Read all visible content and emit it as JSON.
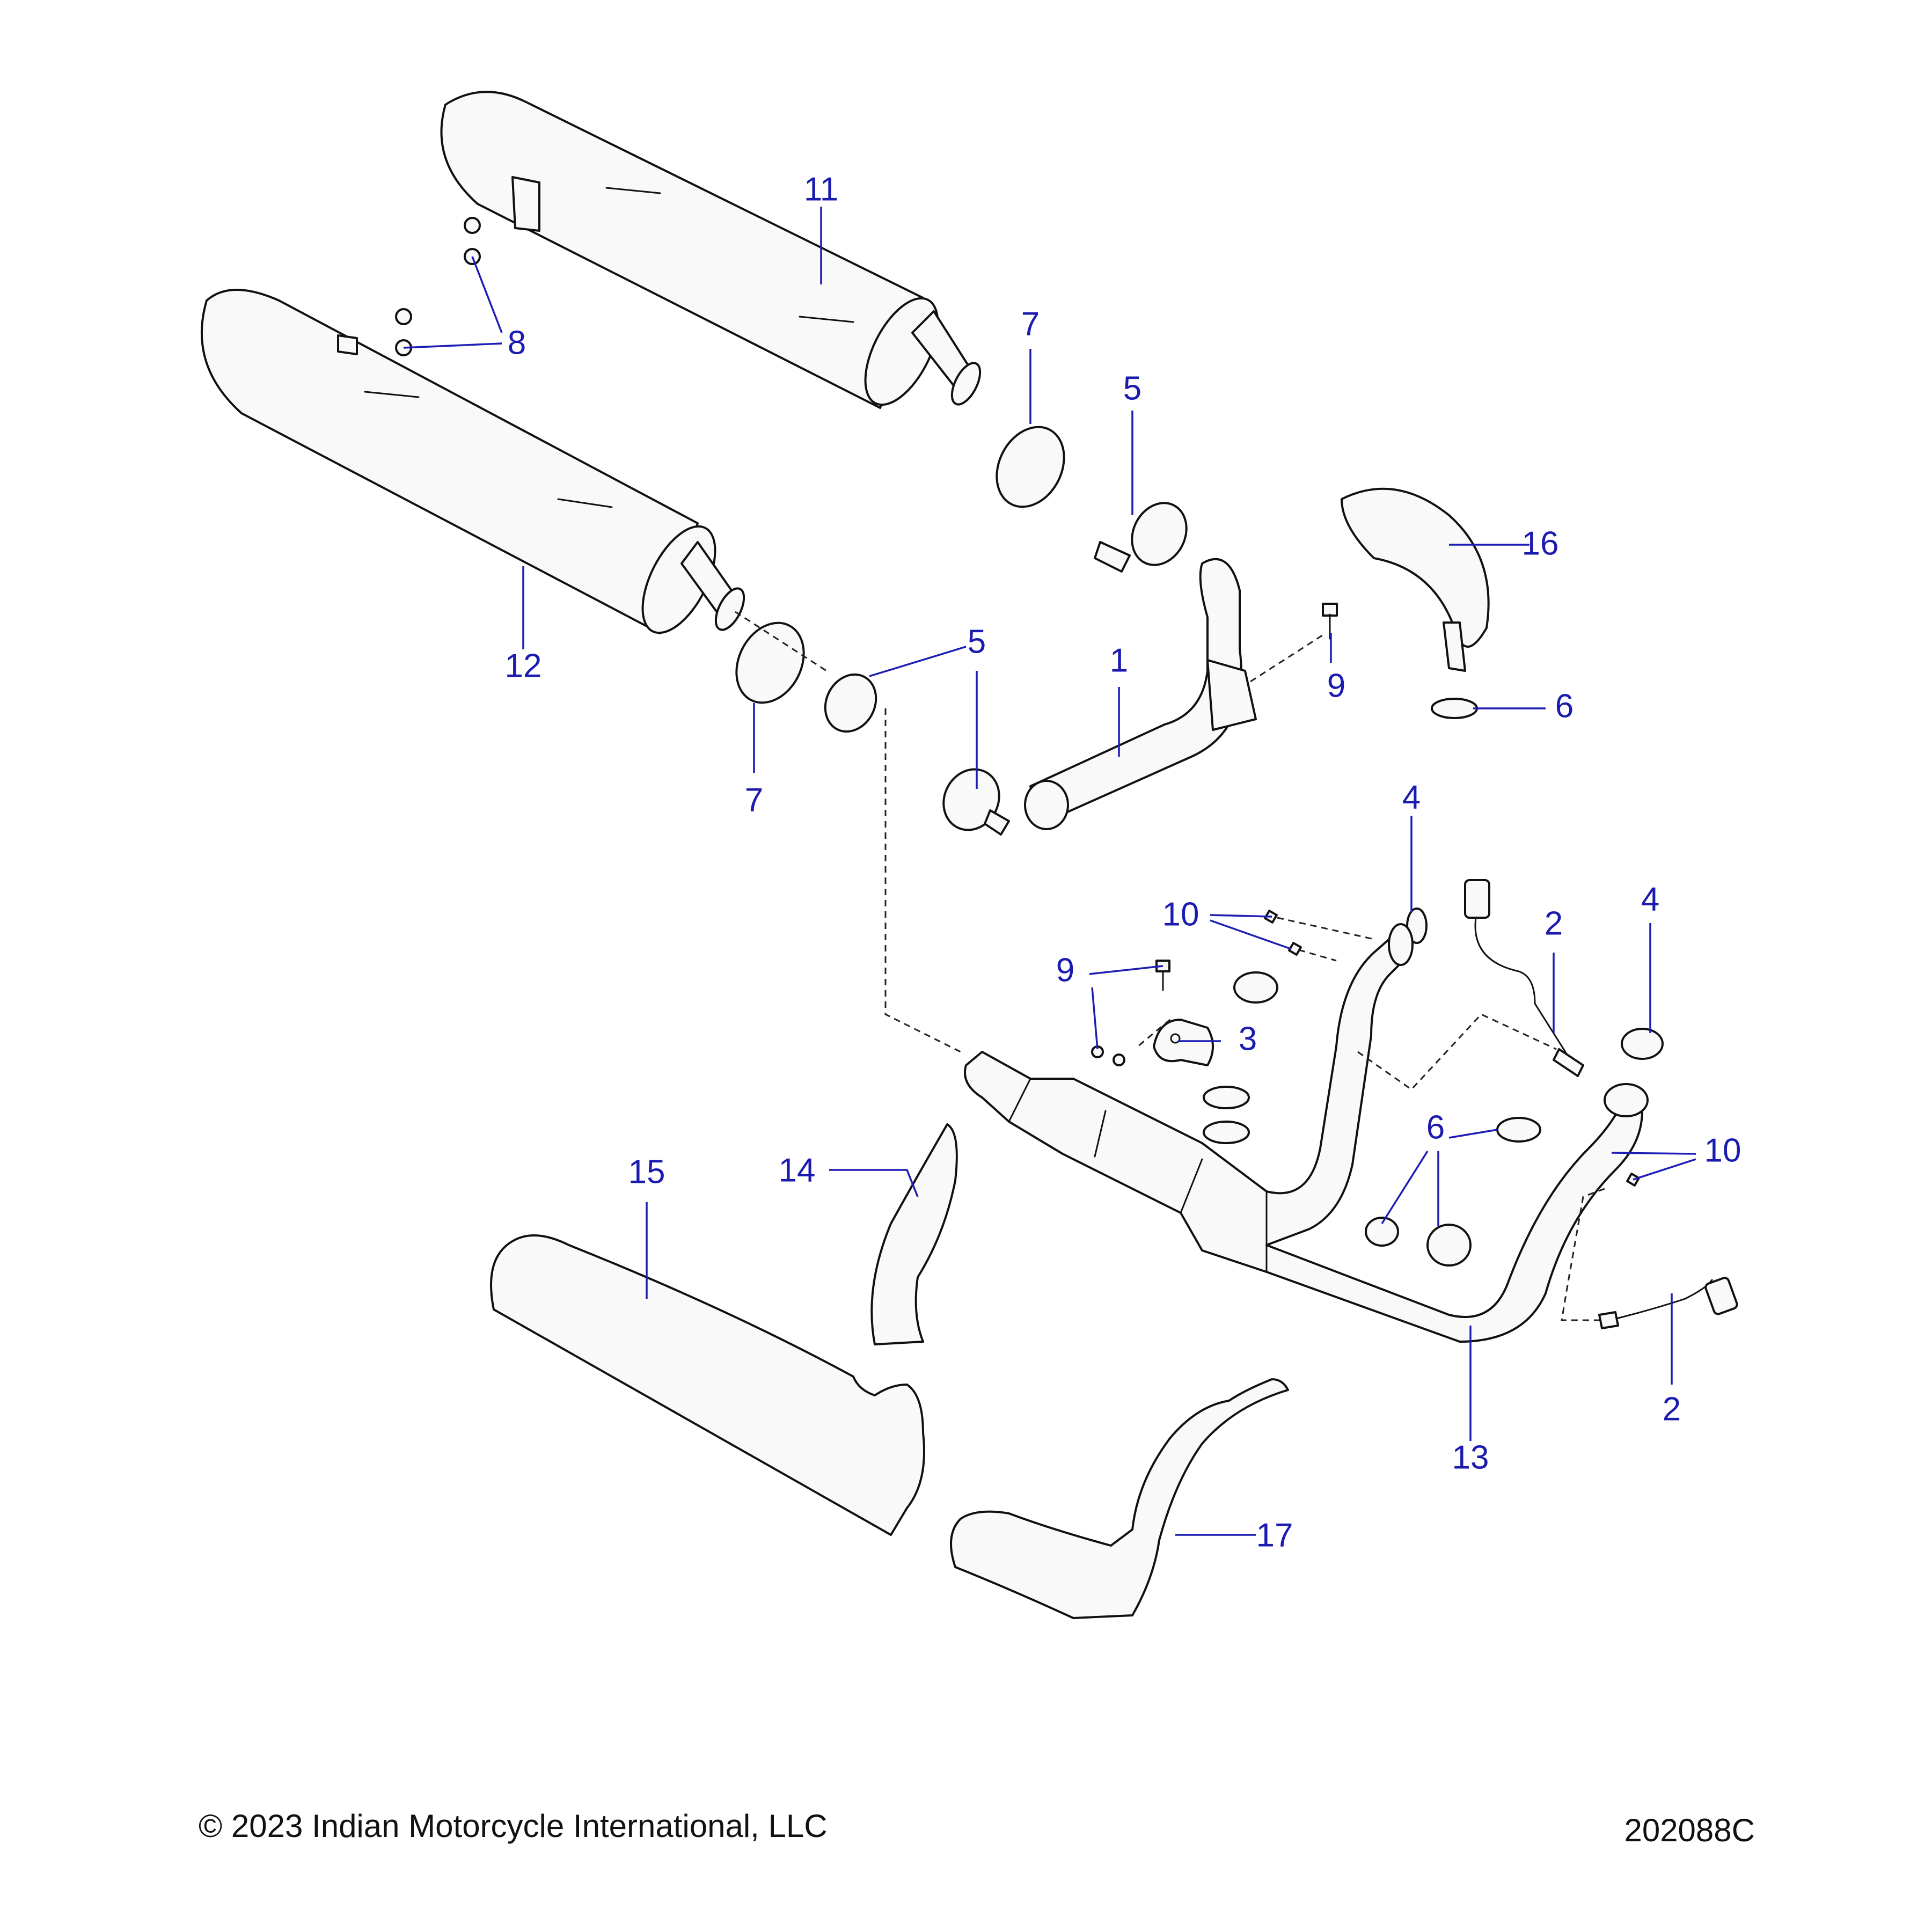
{
  "callouts": {
    "c1": "1",
    "c2a": "2",
    "c2b": "2",
    "c3": "3",
    "c4a": "4",
    "c4b": "4",
    "c5a": "5",
    "c5b": "5",
    "c6a": "6",
    "c6b": "6",
    "c7a": "7",
    "c7b": "7",
    "c8": "8",
    "c9a": "9",
    "c9b": "9",
    "c10a": "10",
    "c10b": "10",
    "c11": "11",
    "c12": "12",
    "c13": "13",
    "c14": "14",
    "c15": "15",
    "c16": "16",
    "c17": "17"
  },
  "footer": {
    "copyright": "© 2023 Indian Motorcycle International, LLC",
    "drawing_number": "202088C"
  },
  "colors": {
    "callout": "#1b1bb0",
    "line": "#111111"
  }
}
